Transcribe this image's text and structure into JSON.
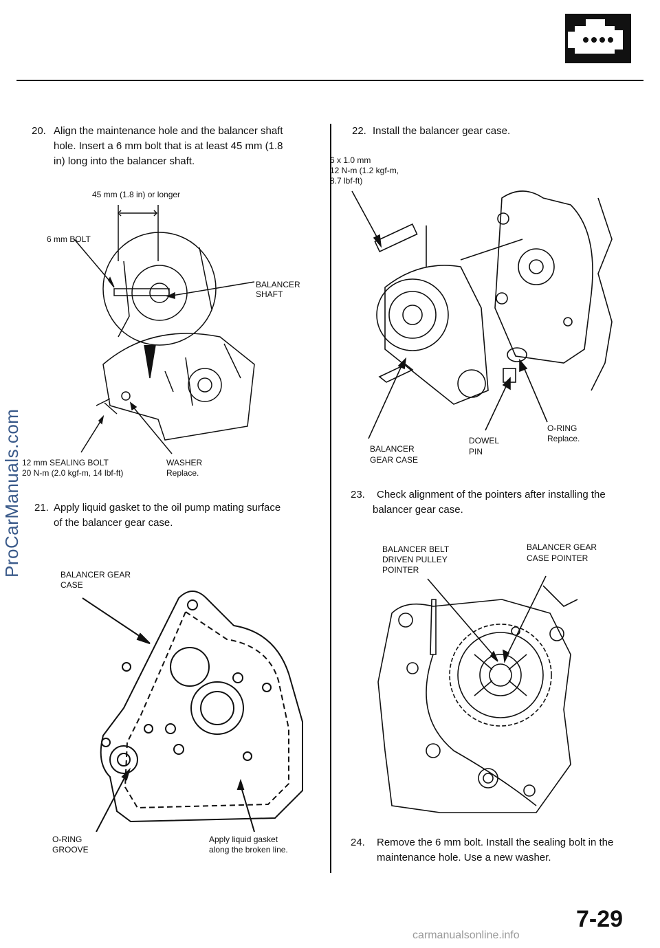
{
  "header": {
    "icon": "engine-block-icon"
  },
  "left": {
    "step20": {
      "num": "20.",
      "line1": "Align the maintenance hole and the balancer shaft",
      "line2": "hole. Insert a 6 mm bolt that is at least 45 mm (1.8",
      "line3": "in) long into the balancer shaft."
    },
    "fig1": {
      "dim": "45 mm (1.8 in) or longer",
      "bolt": "6 mm BOLT",
      "shaft1": "BALANCER",
      "shaft2": "SHAFT",
      "seal1": "12 mm SEALING BOLT",
      "seal2": "20 N-m (2.0 kgf-m, 14 lbf-ft)",
      "washer1": "WASHER",
      "washer2": "Replace."
    },
    "step21": {
      "num": "21.",
      "line1": "Apply liquid gasket to the oil pump mating surface",
      "line2": "of the balancer gear case."
    },
    "fig2": {
      "case1": "BALANCER GEAR",
      "case2": "CASE",
      "groove1": "O-RING",
      "groove2": "GROOVE",
      "apply1": "Apply liquid gasket",
      "apply2": "along the broken line."
    }
  },
  "right": {
    "step22": {
      "num": "22.",
      "text": "Install the balancer gear case."
    },
    "fig3": {
      "spec1": "6 x 1.0 mm",
      "spec2": "12 N-m (1.2 kgf-m,",
      "spec3": "8.7 lbf-ft)",
      "case1": "BALANCER",
      "case2": "GEAR CASE",
      "dowel1": "DOWEL",
      "dowel2": "PIN",
      "oring1": "O-RING",
      "oring2": "Replace."
    },
    "step23": {
      "num": "23.",
      "line1": "Check alignment of the pointers after installing the",
      "line2": "balancer gear case."
    },
    "fig4": {
      "belt1": "BALANCER BELT",
      "belt2": "DRIVEN PULLEY",
      "belt3": "POINTER",
      "gear1": "BALANCER GEAR",
      "gear2": "CASE POINTER"
    },
    "step24": {
      "num": "24.",
      "line1": "Remove the 6 mm bolt. Install the sealing bolt in the",
      "line2": "maintenance hole. Use a new washer."
    }
  },
  "watermark": "ProCarManuals.com",
  "page_number": "7-29",
  "footer": "carmanualsonline.info"
}
